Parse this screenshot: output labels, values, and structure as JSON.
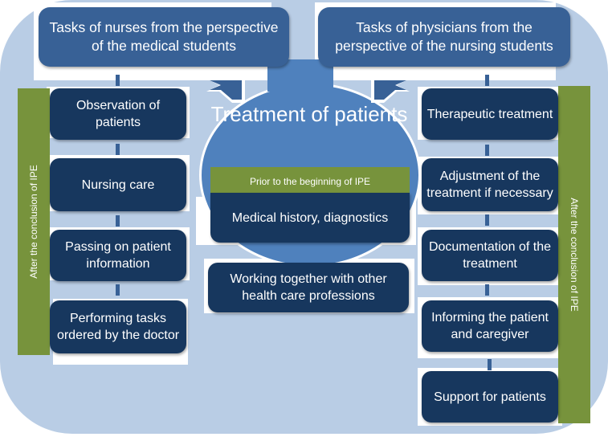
{
  "diagram": {
    "center": {
      "title": "Treatment of patients",
      "phase_label": "Prior to the beginning of IPE",
      "items": [
        "Medical history, diagnostics",
        "Working together with other health care professions"
      ]
    },
    "left": {
      "header": "Tasks of nurses from the perspective of the medical students",
      "phase_label": "After the conclusion of IPE",
      "items": [
        "Observation of patients",
        "Nursing care",
        "Passing on patient information",
        "Performing tasks ordered by the doctor"
      ]
    },
    "right": {
      "header": "Tasks of physicians from the perspective of the nursing students",
      "phase_label": "After the conclusion of IPE",
      "items": [
        "Therapeutic treatment",
        "Adjustment of the treatment if necessary",
        "Documentation of the treatment",
        "Informing the patient and caregiver",
        "Support for patients"
      ]
    },
    "colors": {
      "background": "#b9cde5",
      "header_box": "#386196",
      "item_box": "#17375e",
      "phase_bar": "#77933c",
      "center_circle": "#4f81bd"
    }
  }
}
